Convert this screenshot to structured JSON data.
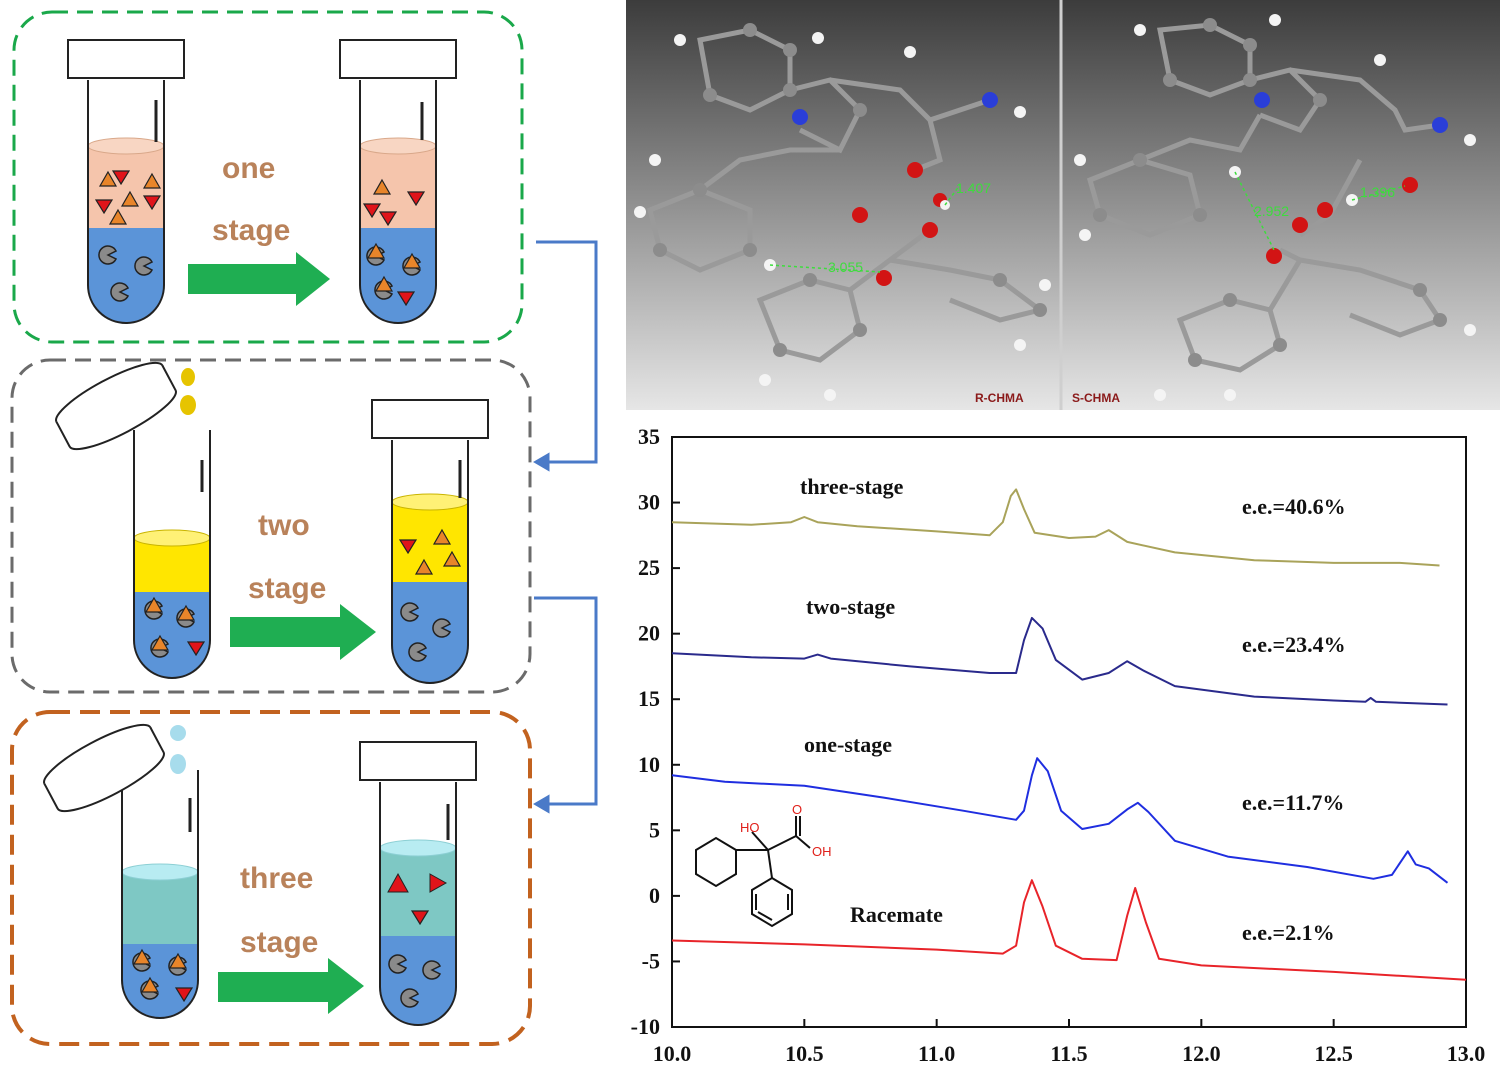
{
  "stages": [
    {
      "word1": "one",
      "word2": "stage",
      "border": "#1aa84a"
    },
    {
      "word1": "two",
      "word2": "stage",
      "border": "#6b6b6b"
    },
    {
      "word1": "three",
      "word2": "stage",
      "border": "#c2621f"
    }
  ],
  "molecule_panels": {
    "left_label": "R-CHMA",
    "right_label": "S-CHMA",
    "left_distances": [
      "1.407",
      "3.055"
    ],
    "right_distances": [
      "2.952",
      "1.396"
    ]
  },
  "structure": {
    "ho": "HO",
    "oh": "OH",
    "o": "O"
  },
  "colors": {
    "three_stage": "#a9a35a",
    "two_stage": "#2a2a8c",
    "one_stage": "#1f2ee0",
    "racemate": "#e8242a",
    "arrow_green": "#1fae52",
    "connector_blue": "#4a7ac8"
  },
  "chart_data": {
    "type": "line",
    "xlim": [
      10.0,
      13.0
    ],
    "ylim": [
      -10,
      35
    ],
    "x_ticks": [
      "10.0",
      "10.5",
      "11.0",
      "11.5",
      "12.0",
      "12.5",
      "13.0"
    ],
    "y_ticks": [
      "35",
      "30",
      "25",
      "20",
      "15",
      "10",
      "5",
      "0",
      "-5",
      "-10"
    ],
    "series": [
      {
        "name": "three-stage",
        "ee": "e.e.=40.6%",
        "points": [
          [
            10.0,
            28.5
          ],
          [
            10.3,
            28.3
          ],
          [
            10.45,
            28.5
          ],
          [
            10.5,
            28.9
          ],
          [
            10.55,
            28.5
          ],
          [
            10.7,
            28.2
          ],
          [
            11.0,
            27.8
          ],
          [
            11.2,
            27.5
          ],
          [
            11.25,
            28.5
          ],
          [
            11.28,
            30.5
          ],
          [
            11.3,
            31.0
          ],
          [
            11.33,
            29.5
          ],
          [
            11.37,
            27.7
          ],
          [
            11.5,
            27.3
          ],
          [
            11.6,
            27.4
          ],
          [
            11.65,
            27.9
          ],
          [
            11.72,
            27.0
          ],
          [
            11.9,
            26.2
          ],
          [
            12.2,
            25.6
          ],
          [
            12.5,
            25.4
          ],
          [
            12.75,
            25.4
          ],
          [
            12.9,
            25.2
          ]
        ]
      },
      {
        "name": "two-stage",
        "ee": "e.e.=23.4%",
        "points": [
          [
            10.0,
            18.5
          ],
          [
            10.3,
            18.2
          ],
          [
            10.5,
            18.1
          ],
          [
            10.55,
            18.4
          ],
          [
            10.6,
            18.1
          ],
          [
            10.9,
            17.5
          ],
          [
            11.2,
            17.0
          ],
          [
            11.3,
            17.0
          ],
          [
            11.33,
            19.5
          ],
          [
            11.36,
            21.2
          ],
          [
            11.4,
            20.4
          ],
          [
            11.45,
            18.0
          ],
          [
            11.55,
            16.5
          ],
          [
            11.65,
            17.0
          ],
          [
            11.72,
            17.9
          ],
          [
            11.78,
            17.2
          ],
          [
            11.9,
            16.0
          ],
          [
            12.2,
            15.2
          ],
          [
            12.5,
            14.9
          ],
          [
            12.62,
            14.8
          ],
          [
            12.64,
            15.1
          ],
          [
            12.66,
            14.8
          ],
          [
            12.93,
            14.6
          ]
        ]
      },
      {
        "name": "one-stage",
        "ee": "e.e.=11.7%",
        "points": [
          [
            10.0,
            9.2
          ],
          [
            10.2,
            8.7
          ],
          [
            10.5,
            8.4
          ],
          [
            10.8,
            7.5
          ],
          [
            11.1,
            6.5
          ],
          [
            11.3,
            5.8
          ],
          [
            11.33,
            6.5
          ],
          [
            11.36,
            9.2
          ],
          [
            11.38,
            10.5
          ],
          [
            11.42,
            9.5
          ],
          [
            11.47,
            6.5
          ],
          [
            11.55,
            5.1
          ],
          [
            11.65,
            5.5
          ],
          [
            11.72,
            6.6
          ],
          [
            11.76,
            7.1
          ],
          [
            11.8,
            6.4
          ],
          [
            11.9,
            4.2
          ],
          [
            12.1,
            3.0
          ],
          [
            12.4,
            2.2
          ],
          [
            12.65,
            1.3
          ],
          [
            12.72,
            1.6
          ],
          [
            12.76,
            2.8
          ],
          [
            12.78,
            3.4
          ],
          [
            12.81,
            2.4
          ],
          [
            12.86,
            2.1
          ],
          [
            12.93,
            1.0
          ]
        ]
      },
      {
        "name": "Racemate",
        "ee": "e.e.=2.1%",
        "points": [
          [
            10.0,
            -3.4
          ],
          [
            10.5,
            -3.7
          ],
          [
            11.0,
            -4.1
          ],
          [
            11.25,
            -4.4
          ],
          [
            11.3,
            -3.8
          ],
          [
            11.33,
            -0.5
          ],
          [
            11.36,
            1.2
          ],
          [
            11.4,
            -0.8
          ],
          [
            11.45,
            -3.8
          ],
          [
            11.55,
            -4.8
          ],
          [
            11.68,
            -4.9
          ],
          [
            11.72,
            -1.5
          ],
          [
            11.75,
            0.6
          ],
          [
            11.79,
            -2.0
          ],
          [
            11.84,
            -4.8
          ],
          [
            12.0,
            -5.3
          ],
          [
            12.5,
            -5.8
          ],
          [
            13.0,
            -6.4
          ]
        ]
      }
    ]
  }
}
